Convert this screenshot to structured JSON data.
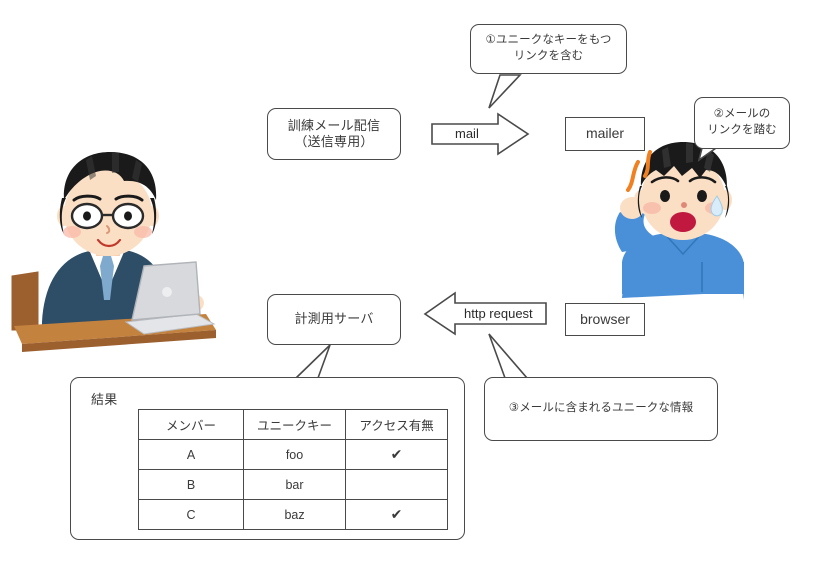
{
  "diagram": {
    "title": "phishing-training-measurement-flow",
    "colors": {
      "stroke": "#4a4a4a",
      "text": "#3a3a3a",
      "background": "#ffffff",
      "shirt_blue": "#4a90d9",
      "suit_navy": "#2b4a63",
      "desk_brown": "#b5793a",
      "shock_orange": "#f08020",
      "skin": "#fbdfc4"
    },
    "nodes": {
      "training_mail": "訓練メール配信\n（送信専用）",
      "training_mail_line1": "訓練メール配信",
      "training_mail_line2": "（送信専用）",
      "mailer": "mailer",
      "measurement_server": "計測用サーバ",
      "browser": "browser"
    },
    "arrows": {
      "mail": "mail",
      "http_request": "http request"
    },
    "callouts": {
      "one_line1": "①ユニークなキーをもつ",
      "one_line2": "リンクを含む",
      "two_line1": "②メールの",
      "two_line2": "リンクを踏む",
      "three": "③メールに含まれるユニークな情報"
    },
    "results": {
      "title": "結果",
      "columns": [
        "メンバー",
        "ユニークキー",
        "アクセス有無"
      ],
      "rows": [
        {
          "member": "A",
          "key": "foo",
          "access": "✔"
        },
        {
          "member": "B",
          "key": "bar",
          "access": ""
        },
        {
          "member": "C",
          "key": "baz",
          "access": "✔"
        }
      ]
    },
    "illustrations": {
      "left": "businessman-with-laptop-illustration",
      "right": "shocked-man-illustration"
    }
  }
}
